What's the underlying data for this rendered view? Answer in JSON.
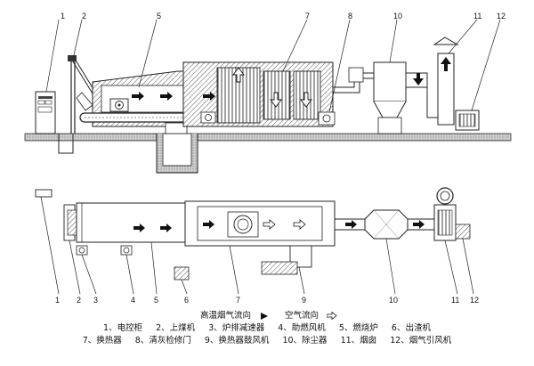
{
  "numbers": [
    "1",
    "2",
    "3",
    "4",
    "5",
    "6",
    "7",
    "8",
    "9",
    "10",
    "11",
    "12"
  ],
  "legend": {
    "hot_gas": "高温烟气流向",
    "air": "空气流向"
  },
  "components_row1": [
    "1、电控柜",
    "2、上煤机",
    "3、炉排减速器",
    "4、助燃风机",
    "5、燃烧炉",
    "6、出渣机"
  ],
  "components_row2": [
    "7、换热器",
    "8、清灰检修门",
    "9、换热器鼓风机",
    "10、除尘器",
    "11、烟囱",
    "12、烟气引风机"
  ]
}
